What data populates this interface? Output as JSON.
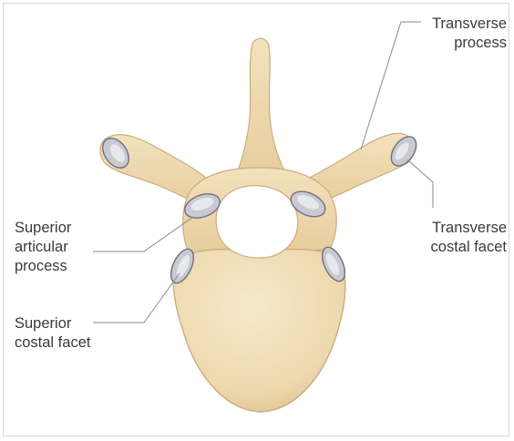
{
  "labels": {
    "transverse_process": "Transverse\nprocess",
    "transverse_costal_facet": "Transverse\ncostal facet",
    "superior_articular_process": "Superior\narticular\nprocess",
    "superior_costal_facet": "Superior\ncostal facet"
  },
  "colors": {
    "bone_fill": "#f1dfb8",
    "bone_stroke": "#c9ad7d",
    "bone_shadow": "#dcc293",
    "facet_fill": "#c9c9d2",
    "facet_inner": "#e7e7ee",
    "facet_stroke": "#6f6f80",
    "leader_line": "#8a8a8a",
    "text": "#3a3a3a"
  }
}
